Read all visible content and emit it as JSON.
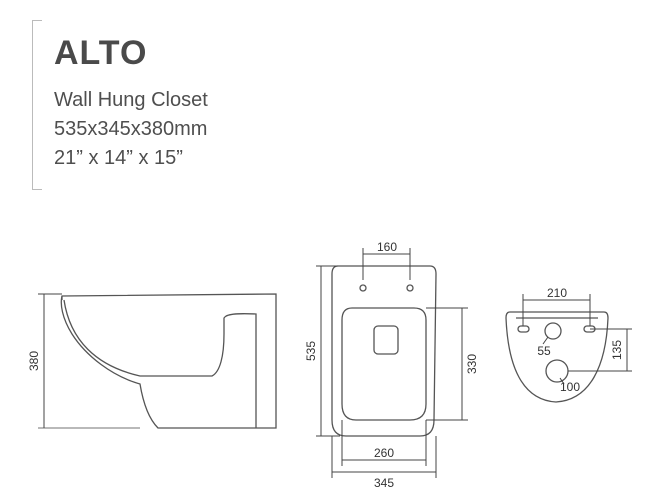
{
  "header": {
    "title": "ALTO",
    "type": "Wall Hung Closet",
    "dimensions_mm": "535x345x380mm",
    "dimensions_in": "21” x 14” x 15”"
  },
  "side_view": {
    "height_label": "380"
  },
  "top_view": {
    "hole_spacing_label": "160",
    "length_label": "535",
    "seat_length_label": "330",
    "seat_width_label": "260",
    "overall_width_label": "345"
  },
  "back_view": {
    "bolt_spacing_label": "210",
    "height_label": "135",
    "inlet_label": "55",
    "outlet_label": "100"
  },
  "colors": {
    "outline": "#555555",
    "dimension": "#444444",
    "text": "#4a4a4a"
  }
}
